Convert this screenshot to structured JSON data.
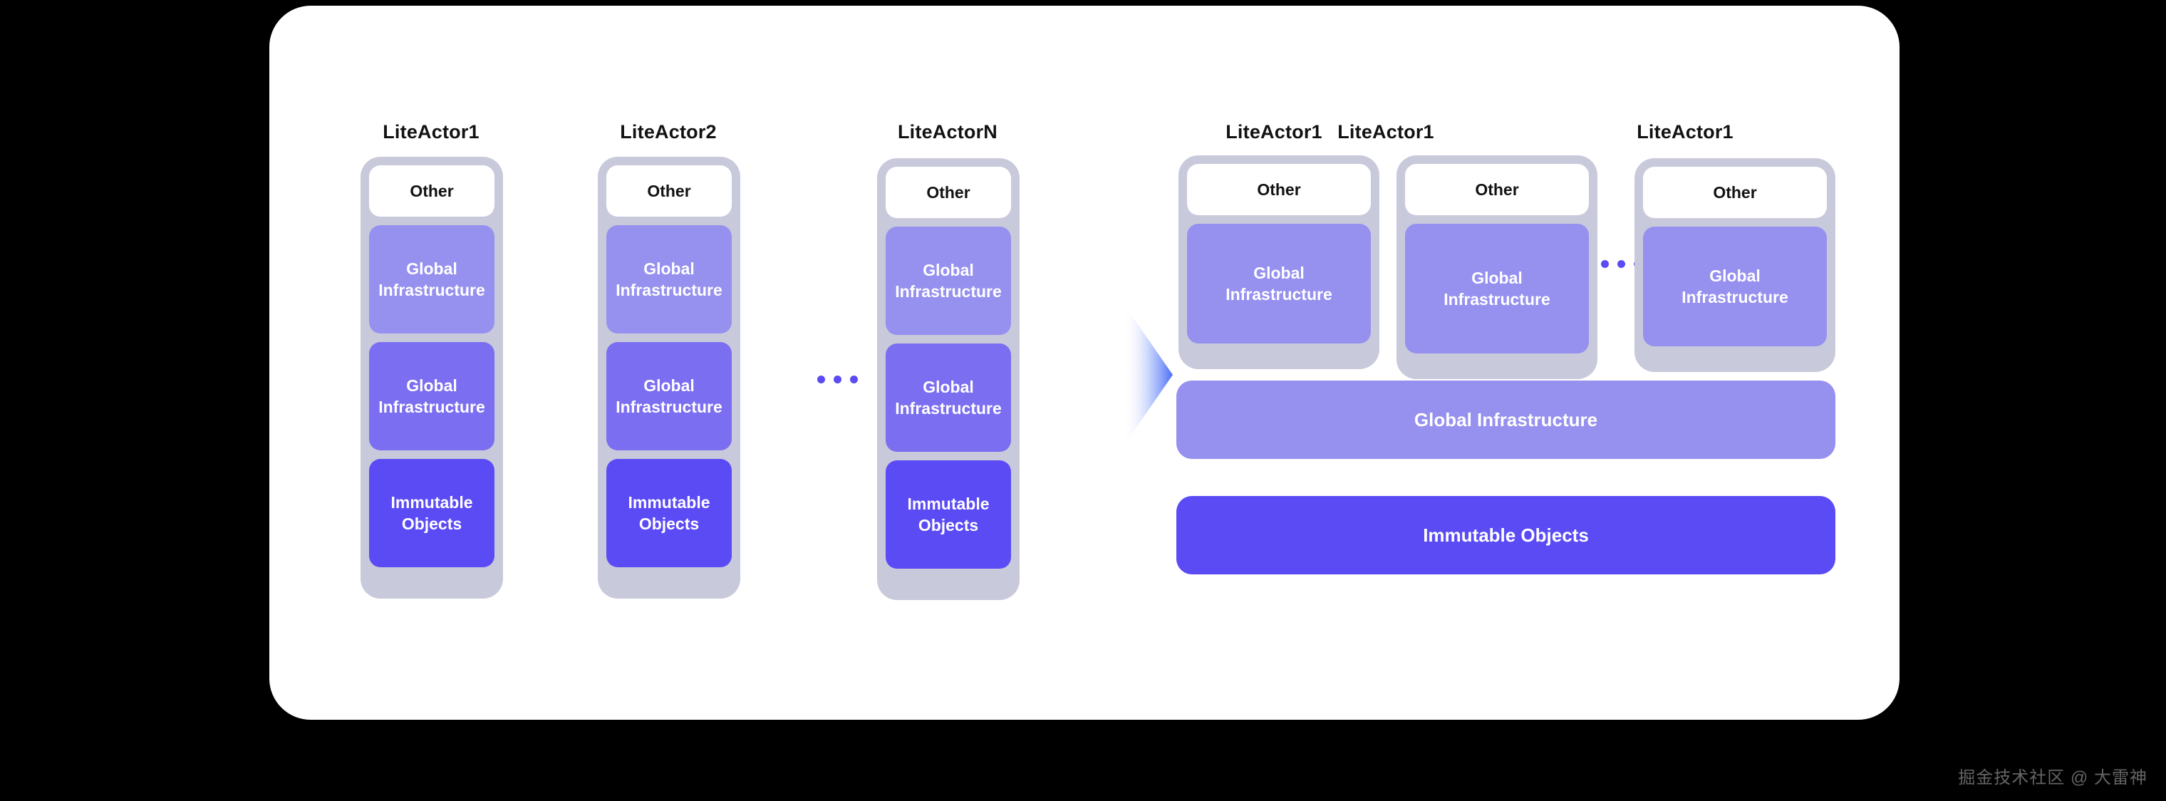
{
  "figure": {
    "background_color": "#000000",
    "panel_color": "#ffffff",
    "watermark": "掘金技术社区 @ 大雷神"
  },
  "palette": {
    "card_shell": "#c9c9dc",
    "other": "#ffffff",
    "global_infrastructure_light": "#9690ef",
    "global_infrastructure_mid": "#7b6ef0",
    "immutable_objects": "#5b4bf5",
    "dot": "#5b4bf5",
    "arrow_tip": "#4a6cf7",
    "label_text": "#121212"
  },
  "left_group": {
    "ellipsis_icon": "horizontal-ellipsis",
    "cards": [
      {
        "label": "LiteActor1",
        "blocks": [
          {
            "text": "Other",
            "style": "other"
          },
          {
            "text": "Global Infrastructure",
            "style": "gi-light"
          },
          {
            "text": "Global Infrastructure",
            "style": "gi-mid"
          },
          {
            "text": "Immutable Objects",
            "style": "immutable"
          }
        ]
      },
      {
        "label": "LiteActor2",
        "blocks": [
          {
            "text": "Other",
            "style": "other"
          },
          {
            "text": "Global Infrastructure",
            "style": "gi-light"
          },
          {
            "text": "Global Infrastructure",
            "style": "gi-mid"
          },
          {
            "text": "Immutable Objects",
            "style": "immutable"
          }
        ]
      },
      {
        "label": "LiteActorN",
        "blocks": [
          {
            "text": "Other",
            "style": "other"
          },
          {
            "text": "Global Infrastructure",
            "style": "gi-light"
          },
          {
            "text": "Global Infrastructure",
            "style": "gi-mid"
          },
          {
            "text": "Immutable Objects",
            "style": "immutable"
          }
        ]
      }
    ]
  },
  "arrow": {
    "icon": "right-chevron-arrow",
    "direction": "right"
  },
  "right_group": {
    "ellipsis_icon": "horizontal-ellipsis",
    "cards": [
      {
        "label": "LiteActor1",
        "blocks": [
          {
            "text": "Other",
            "style": "other"
          },
          {
            "text": "Global Infrastructure",
            "style": "gi-light"
          }
        ]
      },
      {
        "label": "LiteActor1",
        "blocks": [
          {
            "text": "Other",
            "style": "other"
          },
          {
            "text": "Global Infrastructure",
            "style": "gi-light"
          }
        ]
      },
      {
        "label": "LiteActor1",
        "blocks": [
          {
            "text": "Other",
            "style": "other"
          },
          {
            "text": "Global Infrastructure",
            "style": "gi-light"
          }
        ]
      }
    ],
    "shared_bars": [
      {
        "text": "Global Infrastructure",
        "style": "gi"
      },
      {
        "text": "Immutable Objects",
        "style": "im"
      }
    ]
  }
}
